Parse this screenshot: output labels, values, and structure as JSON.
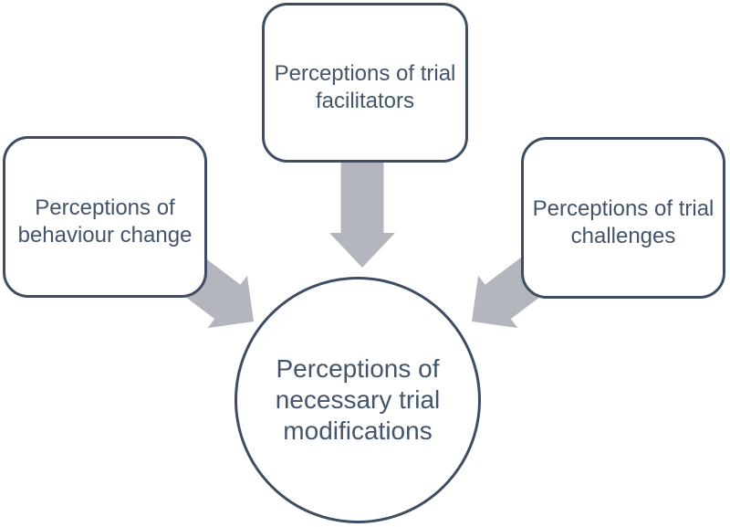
{
  "diagram": {
    "nodes": {
      "top": {
        "label": "Perceptions of trial facilitators"
      },
      "left": {
        "label": "Perceptions of behaviour change"
      },
      "right": {
        "label": "Perceptions of trial challenges"
      },
      "center": {
        "label": "Perceptions of necessary trial modifications"
      }
    },
    "colors": {
      "outline": "#3F4D63",
      "text": "#44546A",
      "arrow": "#B3B6BC",
      "background": "#FFFFFF"
    }
  }
}
